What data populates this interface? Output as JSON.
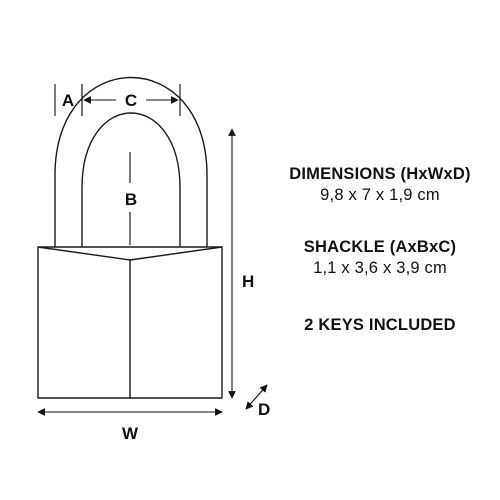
{
  "diagram": {
    "labels": {
      "a": "A",
      "b": "B",
      "c": "C",
      "h": "H",
      "w": "W",
      "d": "D"
    },
    "line_color": "#1a1a1a",
    "arrow_color": "#111111"
  },
  "specs": {
    "dimensions_heading": "DIMENSIONS (HxWxD)",
    "dimensions_value": "9,8 x 7 x 1,9 cm",
    "shackle_heading": "SHACKLE (AxBxC)",
    "shackle_value": "1,1 x 3,6 x 3,9 cm",
    "keys": "2 KEYS INCLUDED"
  }
}
